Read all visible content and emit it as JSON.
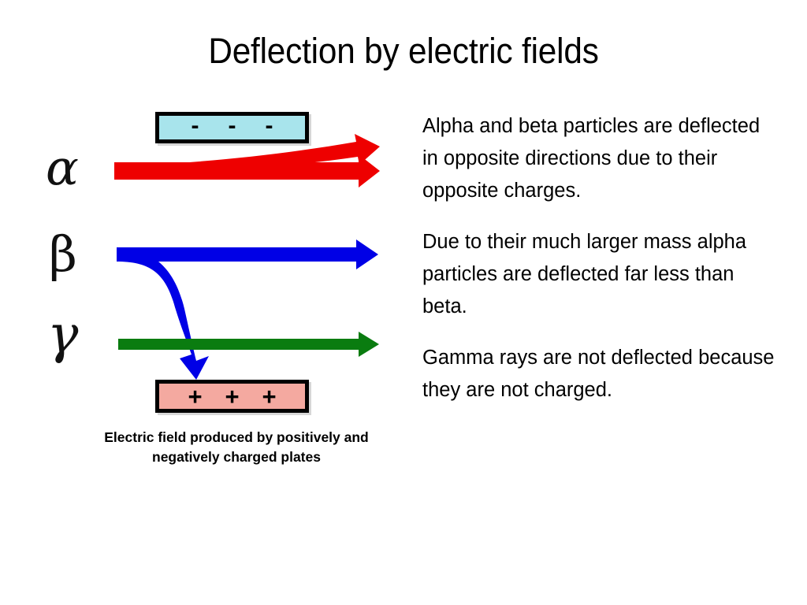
{
  "slide": {
    "title": "Deflection by electric fields",
    "background": "#FFFFFF"
  },
  "diagram": {
    "negative_plate": {
      "label": "negative plate",
      "fill": "#A8E4EC",
      "border": "#000000",
      "signs": [
        "-",
        "-",
        "-"
      ]
    },
    "positive_plate": {
      "label": "positive plate",
      "fill": "#F4A9A0",
      "border": "#000000",
      "signs": [
        "+",
        "+",
        "+"
      ]
    },
    "caption": "Electric field produced by positively and negatively charged plates",
    "particles": [
      {
        "name": "alpha",
        "symbol": "α",
        "color": "#EE0000",
        "deflection": "slightly upward toward negative plate",
        "ray_count": 2
      },
      {
        "name": "beta",
        "symbol": "β",
        "color": "#0000E6",
        "deflection": "strongly downward toward positive plate",
        "ray_count": 2
      },
      {
        "name": "gamma",
        "symbol": "γ",
        "color": "#0A7C10",
        "deflection": "undeflected, straight through",
        "ray_count": 1
      }
    ]
  },
  "explanation": {
    "paragraphs": [
      "Alpha and beta particles are deflected in opposite directions due to their opposite charges.",
      "Due to their much larger mass alpha particles are deflected far less than beta.",
      "Gamma rays are not deflected because they are not charged."
    ]
  }
}
